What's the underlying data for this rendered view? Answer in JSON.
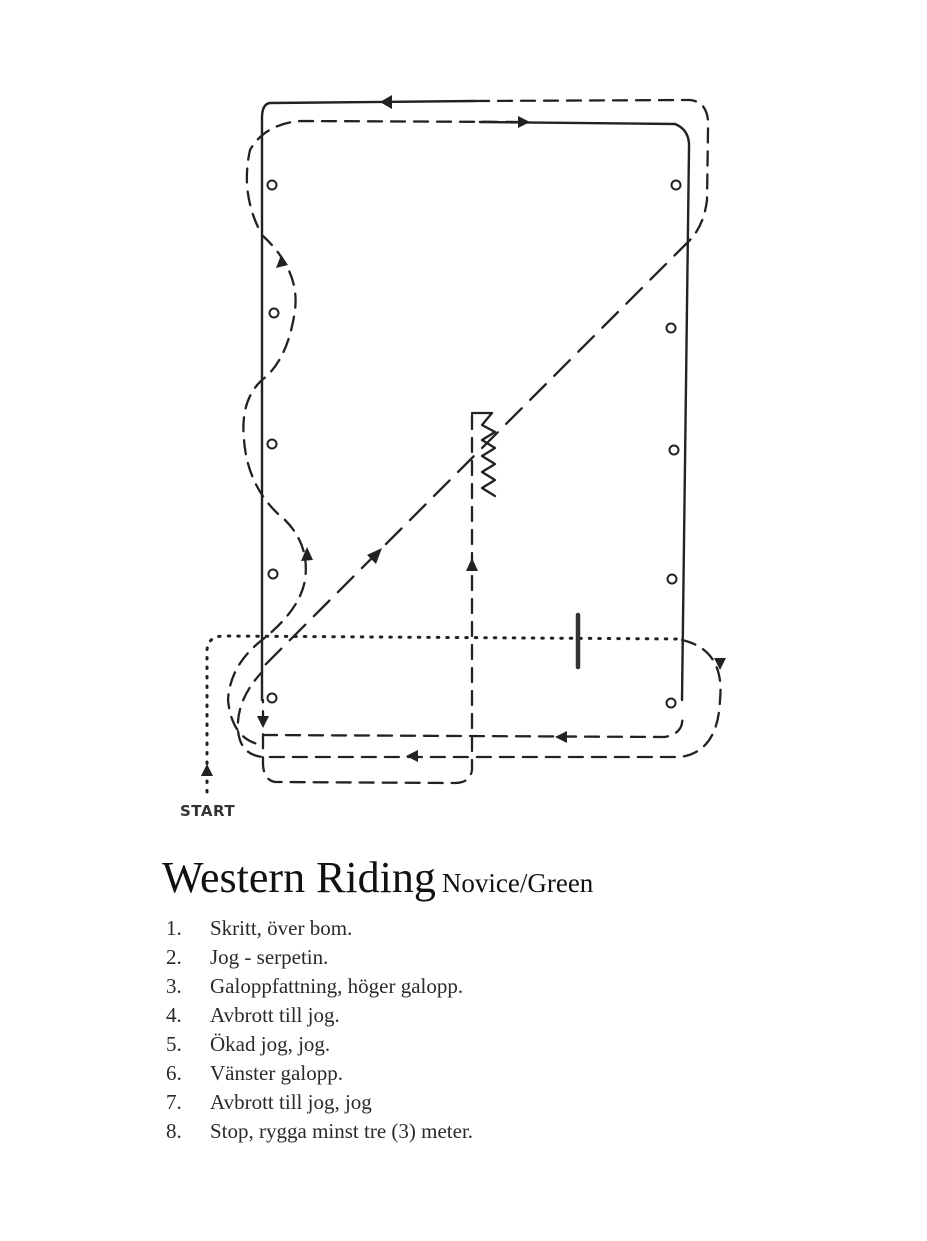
{
  "diagram": {
    "start_label": "START"
  },
  "title": {
    "main": "Western Riding",
    "sub": "Novice/Green"
  },
  "steps": [
    {
      "num": "1.",
      "text": "Skritt, över bom."
    },
    {
      "num": "2.",
      "text": "Jog - serpetin."
    },
    {
      "num": "3.",
      "text": "Galoppfattning, höger galopp."
    },
    {
      "num": "4.",
      "text": "Avbrott till jog."
    },
    {
      "num": "5.",
      "text": "Ökad jog, jog."
    },
    {
      "num": "6.",
      "text": "Vänster galopp."
    },
    {
      "num": "7.",
      "text": "Avbrott till jog, jog"
    },
    {
      "num": "8.",
      "text": "Stop, rygga minst tre (3) meter."
    }
  ]
}
